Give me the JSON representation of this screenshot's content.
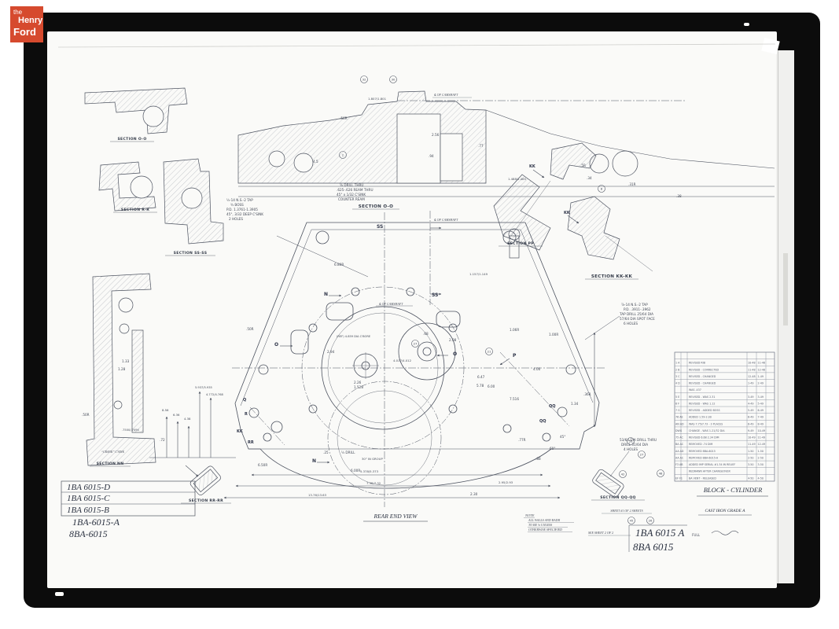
{
  "logo": {
    "the": "the",
    "henry": "Henry",
    "ford": "Ford"
  },
  "labels": {
    "sec_oo_small": "SECTION O-O",
    "sec_rr_small": "SECTION R-R",
    "sec_ssss": "SECTION SS-SS",
    "sec_nn": "SECTION NN",
    "sec_oo_top": "SECTION O-O",
    "sec_pp": "SECTION PP",
    "sec_kkkk": "SECTION KK-KK",
    "sec_rrrr": "SECTION RR-RR",
    "sec_qqqq": "SECTION QQ-QQ",
    "rear_end_view": "REAR END VIEW",
    "cl_camshaft_top": "℄ OF CAMSHAFT",
    "cl_camshaft_mid": "℄ OF CAMSHAFT"
  },
  "note": {
    "heading": "NOTE",
    "line1": "ALL WALLS AND RADII",
    "line2": "TO BE ⅛ UNLESS",
    "line3": "OTHERWISE SPECIFIED"
  },
  "part_list": [
    "1BA 6015-D",
    "1BA 6015-C",
    "1BA 6015-B",
    "1BA-6015-A",
    "8BA-6015"
  ],
  "title_block": {
    "title": "BLOCK - CYLINDER",
    "material": "CAST IRON GRADE A",
    "sheet_note": "SHEET #1 OF 2 SHEETS",
    "see_sheet": "SEE SHEET 2 OF 2",
    "part_number_1": "1BA 6015 A",
    "part_number_2": "8BA 6015",
    "scale": "FULL"
  },
  "drawing": {
    "annotations": [
      [
        288,
        256,
        "½-14 N.S.-2 TAP"
      ],
      [
        293,
        262,
        "¾ BOSS"
      ],
      [
        288,
        268,
        "P.D. 1.3761-1.3905"
      ],
      [
        288,
        274,
        "45°, 3/32 DEEP C'SINK"
      ],
      [
        291,
        280,
        "2 HOLES"
      ],
      [
        432,
        237,
        "⅝ DRILL THRU"
      ],
      [
        428,
        243,
        ".625-.626 REAM THRU"
      ],
      [
        428,
        249,
        "45° x 1/32 C'SINK"
      ],
      [
        430,
        255,
        "COUNTER REAM"
      ],
      [
        790,
        389,
        "⅞-14 N.S.-2 TAP"
      ],
      [
        793,
        395,
        "P.D. .3911-.3962"
      ],
      [
        788,
        401,
        "TAP DRILL 25/64 DIA"
      ],
      [
        788,
        407,
        "57/64 DIA SPOT FACE"
      ],
      [
        793,
        413,
        "6 HOLES"
      ],
      [
        788,
        561,
        "53/64 DIA DRILL THRU"
      ],
      [
        790,
        567,
        "DRILL 31/64 DIA"
      ],
      [
        793,
        573,
        "4 HOLES"
      ],
      [
        468,
        127,
        "1.807/1.801",
        3.8
      ],
      [
        432,
        152,
        ".56R"
      ],
      [
        398,
        207,
        "4.5"
      ],
      [
        549,
        173,
        "2.56"
      ],
      [
        608,
        187,
        ".77"
      ],
      [
        646,
        229,
        "1.488/1.485",
        3.8
      ],
      [
        799,
        236,
        ".31R"
      ],
      [
        860,
        251,
        ".38"
      ],
      [
        545,
        200,
        ".94"
      ],
      [
        552,
        281,
        "℄ OF CAMSHAFT",
        4,
        "i"
      ],
      [
        482,
        388,
        "℄ OF CAMSHAFT",
        4,
        "i"
      ],
      [
        425,
        338,
        "6.80R"
      ],
      [
        597,
        350,
        "1.157/1.149",
        3.8
      ],
      [
        313,
        420,
        ".50R"
      ],
      [
        428,
        429,
        "(REF) 4.859 DIA C'BORE",
        3.6
      ],
      [
        416,
        449,
        "2.94"
      ],
      [
        450,
        488,
        "2.26"
      ],
      [
        450,
        494,
        "1.528"
      ],
      [
        500,
        460,
        "4.017/4.012",
        3.8
      ],
      [
        538,
        426,
        ".68"
      ],
      [
        571,
        434,
        "2.08"
      ],
      [
        607,
        481,
        "6.47"
      ],
      [
        606,
        492,
        "5.78"
      ],
      [
        648,
        421,
        "1.06R"
      ],
      [
        698,
        427,
        "1.00R"
      ],
      [
        620,
        493,
        "6.00"
      ],
      [
        648,
        509,
        "7.516"
      ],
      [
        726,
        515,
        "1.34"
      ],
      [
        742,
        503,
        ".36R"
      ],
      [
        678,
        471,
        "4.00"
      ],
      [
        206,
        523,
        "8.56",
        3.8
      ],
      [
        220,
        529,
        "6.36",
        3.8
      ],
      [
        234,
        534,
        "4.38",
        3.8
      ],
      [
        248,
        494,
        "5.937/5.935",
        3.6
      ],
      [
        262,
        503,
        "4.772/4.768",
        3.6
      ],
      [
        104,
        529,
        ".50R"
      ],
      [
        155,
        461,
        "1.33"
      ],
      [
        150,
        471,
        "1.28"
      ],
      [
        155,
        548,
        ".7500/.7494",
        3.6
      ],
      [
        203,
        561,
        ".72"
      ],
      [
        129,
        576,
        "“CRANK” C'SINK",
        3.8,
        "i"
      ],
      [
        434,
        577,
        "½ DRILL"
      ],
      [
        460,
        585,
        "30° IN GROUP",
        3.8
      ],
      [
        446,
        600,
        "6.00R"
      ],
      [
        328,
        593,
        "6.50R"
      ],
      [
        411,
        577,
        ".25"
      ],
      [
        458,
        601,
        "5.378/5.373",
        3.8
      ],
      [
        466,
        616,
        "7.38/7.32",
        3.8
      ],
      [
        392,
        631,
        "13.76/13.63",
        3.8
      ],
      [
        598,
        630,
        "2.30"
      ],
      [
        634,
        615,
        "2.95/2.93",
        3.8
      ],
      [
        681,
        585,
        ".88"
      ],
      [
        699,
        572,
        "60°"
      ],
      [
        712,
        557,
        "45°"
      ],
      [
        659,
        561,
        ".77R"
      ],
      [
        746,
        228,
        ".34"
      ],
      [
        738,
        212,
        ".5R"
      ],
      [
        479,
        290,
        "SS",
        6,
        "b"
      ],
      [
        549,
        377,
        "SS",
        6,
        "b"
      ],
      [
        412,
        376,
        "N",
        6,
        "b"
      ],
      [
        397,
        588,
        "N",
        6,
        "b"
      ],
      [
        349,
        440,
        "O",
        6,
        "b"
      ],
      [
        576,
        452,
        "O",
        6,
        "b"
      ],
      [
        309,
        510,
        "Q",
        5,
        "b"
      ],
      [
        311,
        528,
        "R",
        5,
        "b"
      ],
      [
        315,
        564,
        "RR",
        5,
        "b"
      ],
      [
        301,
        550,
        "KK",
        5,
        "b"
      ],
      [
        652,
        454,
        "P",
        6,
        "b"
      ],
      [
        698,
        518,
        "QQ",
        5,
        "b"
      ],
      [
        686,
        537,
        "QQ",
        5,
        "b"
      ],
      [
        673,
        213,
        "KK",
        5,
        "b"
      ],
      [
        717,
        272,
        "KK",
        5,
        "b"
      ]
    ],
    "balloons": [
      [
        463,
        101,
        "32"
      ],
      [
        500,
        101,
        "30"
      ],
      [
        436,
        197,
        "2"
      ],
      [
        765,
        240,
        "8"
      ],
      [
        528,
        437,
        "27"
      ],
      [
        802,
        561,
        "53"
      ],
      [
        816,
        578,
        "27"
      ],
      [
        792,
        603,
        "42"
      ],
      [
        840,
        602,
        "48"
      ],
      [
        803,
        662,
        "45"
      ],
      [
        827,
        662,
        "26"
      ],
      [
        622,
        447,
        "21"
      ]
    ]
  },
  "revision_table": {
    "rows": [
      {
        "c": "",
        "d": "",
        "a": "",
        "b": ""
      },
      {
        "c": "1 A",
        "d": "REVISED RIB",
        "a": "10-48",
        "b": "11-48"
      },
      {
        "c": "2 B",
        "d": "REVISED - CORRECTED",
        "a": "11-48",
        "b": "12-48"
      },
      {
        "c": "3 C",
        "d": "REVISED - CHANGED",
        "a": "12-48",
        "b": "1-49"
      },
      {
        "c": "4 D",
        "d": "REVISED - CHANGED",
        "a": "1-49",
        "b": "2-49"
      },
      {
        "c": "",
        "d": "WAS .437",
        "a": "",
        "b": ""
      },
      {
        "c": "5 E",
        "d": "REVISED - WAS 2.31",
        "a": "3-49",
        "b": "3-49"
      },
      {
        "c": "6 F",
        "d": "REVISED - WAS 1.12",
        "a": "4-49",
        "b": "5-49"
      },
      {
        "c": "7 G",
        "d": "REVISED - ADDED BOSS",
        "a": "5-49",
        "b": "6-49"
      },
      {
        "c": "76 AE",
        "d": "ADDED 1.59-2.00",
        "a": "6-49",
        "b": "7-49"
      },
      {
        "c": "AN AD",
        "d": "WAS 7.75/7.73 - 3 PLACES",
        "a": "8-49",
        "b": "8-49"
      },
      {
        "c": "DWG",
        "d": "CHANGE - WAS 1-21/32 DIA",
        "a": "9-49",
        "b": "10-49"
      },
      {
        "c": "75 AC",
        "d": "REVISED 6.68 2.34 DIM",
        "a": "10-49",
        "b": "11-49"
      },
      {
        "c": "BA AC",
        "d": "REMOVED .74 DIM",
        "a": "11-49",
        "b": "12-49"
      },
      {
        "c": "AA AD",
        "d": "REMOVED 8BA-6015",
        "a": "1-50",
        "b": "1-50"
      },
      {
        "c": "AA AC",
        "d": "REMOVED 8BA-6015-A",
        "a": "2-50",
        "b": "2-50"
      },
      {
        "c": "F3 AB",
        "d": "ADDED IMP SERIAL #1.34 IN RELIEF",
        "a": "3-50",
        "b": "3-50"
      },
      {
        "c": "",
        "d": "REDRAWN AFTER CHANGEOVER",
        "a": "",
        "b": ""
      },
      {
        "c": "EF F1",
        "d": "BA VENT - RELEASED",
        "a": "4-50",
        "b": "4-50"
      }
    ]
  }
}
